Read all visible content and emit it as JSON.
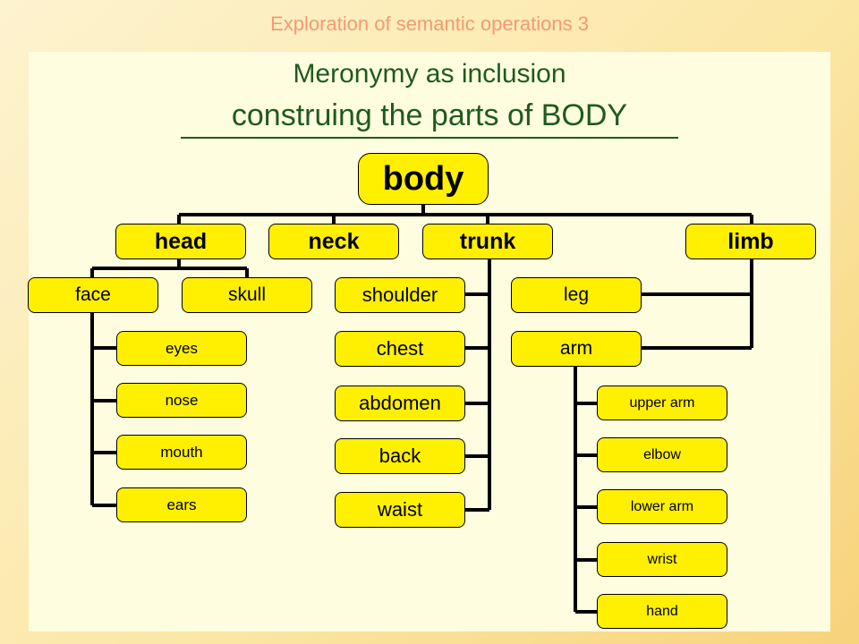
{
  "header": {
    "title": "Exploration of semantic operations 3"
  },
  "slide": {
    "title_line1": "Meronymy as inclusion",
    "title_line2": "construing the parts of BODY"
  },
  "tree": {
    "root": "body",
    "head": "head",
    "neck": "neck",
    "trunk": "trunk",
    "limb": "limb",
    "face": "face",
    "skull": "skull",
    "face_parts": [
      "eyes",
      "nose",
      "mouth",
      "ears"
    ],
    "trunk_parts": [
      "shoulder",
      "chest",
      "abdomen",
      "back",
      "waist"
    ],
    "leg": "leg",
    "arm": "arm",
    "arm_parts": [
      "upper arm",
      "elbow",
      "lower arm",
      "wrist",
      "hand"
    ]
  },
  "colors": {
    "node_fill": "#fff000",
    "title_color": "#1f5a1f",
    "header_color": "#f49a73"
  }
}
